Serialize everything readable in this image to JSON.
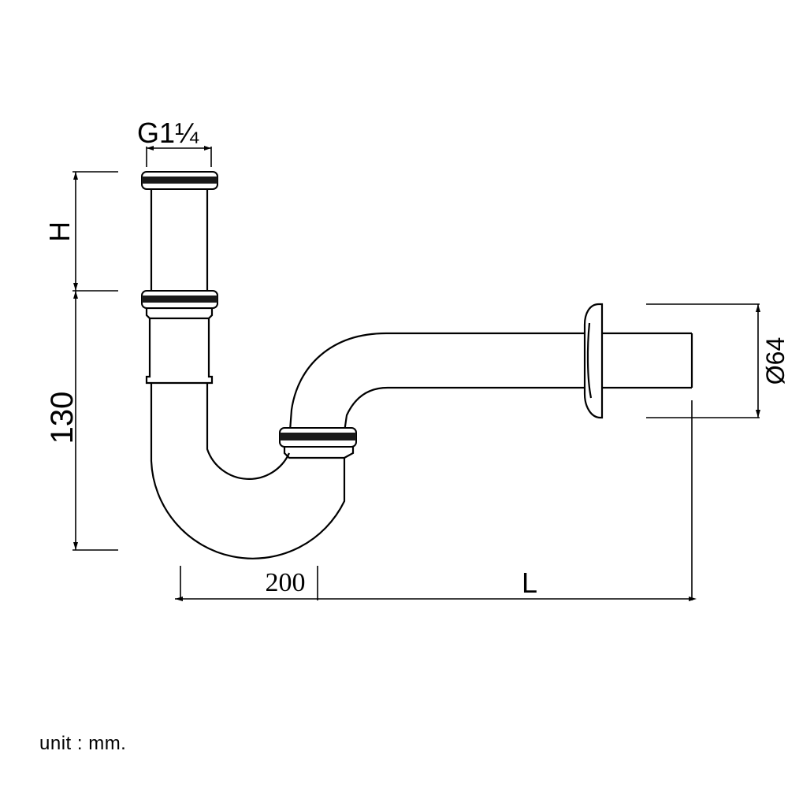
{
  "labels": {
    "thread": "G1¼",
    "height_var": "H",
    "height": "130",
    "offset": "200",
    "length_var": "L",
    "diameter": "Ø64"
  },
  "unit": "unit : mm.",
  "colors": {
    "line": "#000000",
    "background": "#ffffff"
  }
}
